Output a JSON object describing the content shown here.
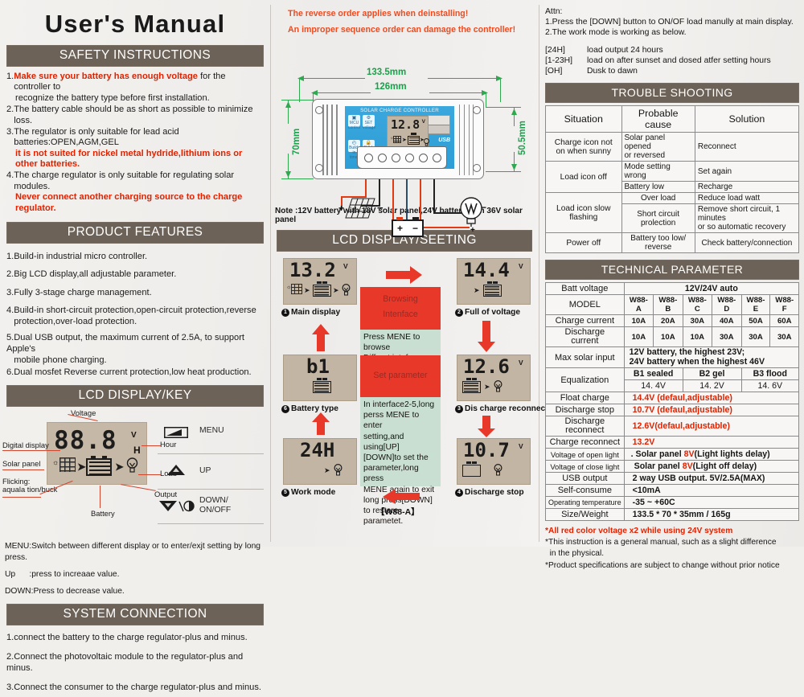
{
  "title": "User's Manual",
  "colors": {
    "section_bar": "#6d6257",
    "accent_red": "#e02200",
    "warn_orange": "#f04a1e",
    "dimension_green": "#16a34a",
    "device_blue": "#3aa7dd",
    "lcd_tan": "#c3b5a3",
    "flow_red": "#e8382a",
    "flow_mint": "#c8dfd2"
  },
  "left": {
    "safety": {
      "bar": "SAFETY INSTRUCTIONS",
      "items": [
        {
          "num": "1.",
          "red_lead": "Make sure your battery has enough voltage",
          "rest": " for the controller to",
          "line2": "recognize the battery type before first installation.",
          "line2_red": false
        },
        {
          "num": "2.",
          "rest": "The battery cable should be as short as possible to minimize loss."
        },
        {
          "num": "3.",
          "rest": "The regulator is only suitable for lead acid batteries:OPEN,AGM,GEL",
          "line2": "it is not suited for nickel metal hydride,lithium ions or other batteries.",
          "line2_red": true
        },
        {
          "num": "4.",
          "rest": "The charge regulator is only suitable for regulating solar modules.",
          "line2": "Never connect another charging source to the charge regulator.",
          "line2_red": true
        }
      ]
    },
    "features": {
      "bar": "PRODUCT FEATURES",
      "items": [
        "1.Build-in industrial micro controller.",
        "2.Big LCD display,all adjustable parameter.",
        "3.Fully 3-stage  charge management.",
        "4.Build-in short-circuit protection,open-circuit protection,reverse",
        "   protection,over-load protection.",
        "5.Dual USB output, the maximum current of 2.5A, to support Apple's",
        "   mobile phone charging.",
        "6.Dual mosfet Reverse current protection,low heat production."
      ]
    },
    "lcd_key": {
      "bar": "LCD DISPLAY/KEY",
      "digits": "88.8",
      "unit_v": "V",
      "unit_h": "H",
      "labels": {
        "voltage": "Voltage",
        "hour": "Hour",
        "digital_display": "Digital display",
        "solar_panel": "Solar panel",
        "flicking_1": "Flicking:",
        "flicking_2": "aquala tion/buck",
        "battery": "Battery",
        "load": "Load",
        "output": "Output"
      },
      "keys": [
        {
          "name": "MENU",
          "glyph": "menu-key-icon"
        },
        {
          "name": "UP",
          "glyph": "up-triangle-icon"
        },
        {
          "name": "DOWN/\nON/OFF",
          "glyph": "down-onoff-icon"
        }
      ],
      "key_help": [
        "MENU:Switch between different display or to enter/exjt setting by long press.",
        "Up      :press to increaae value.",
        "DOWN:Press to decrease value."
      ]
    },
    "system_connection": {
      "bar": "SYSTEM CONNECTION",
      "items": [
        "1.connect the battery to the charge regulator-plus and minus.",
        "2.Connect the photovoltaic module to the regulator-plus and minus.",
        "3.Connect the consumer to the charge regulator-plus and minus."
      ]
    }
  },
  "middle": {
    "warnings": [
      "The reverse order applies when deinstalling!",
      "An improper sequence order can damage the controller!"
    ],
    "dimensions": {
      "width_outer": "133.5mm",
      "width_inner": "126mm",
      "height_outer": "70mm",
      "height_inner": "50.5mm"
    },
    "device": {
      "title": "SOLAR CHARGE CONTROLLER",
      "lcd_value": "12.8",
      "lcd_unit": "V",
      "usb_label": "USB",
      "features": [
        {
          "name": "mcu-control",
          "l1": "MCU",
          "l2": "control"
        },
        {
          "name": "set-voltage",
          "l1": "SET",
          "l2": "voltage"
        },
        {
          "name": "build-in-timer",
          "l1": "Build-in",
          "l2": "timer"
        },
        {
          "name": "full-protect",
          "l1": "FULL",
          "l2": "protect"
        }
      ],
      "buttons": [
        "MENU",
        "UP",
        "DOWN/ON-OFF"
      ]
    },
    "wiring_note": "Note :12V battery with 18V solar panel,24V battery with 36V solar panel",
    "setting": {
      "bar": "LCD DISPLAY/SEETING",
      "model_tag": "【W88-A】",
      "steps": [
        {
          "n": "1",
          "value": "13.2",
          "unit": "V",
          "caption": "Main display",
          "icons": "solar-battery-load"
        },
        {
          "n": "2",
          "value": "14.4",
          "unit": "V",
          "caption": "Full of voltage",
          "icons": "arrow-battery"
        },
        {
          "n": "3",
          "value": "12.6",
          "unit": "V",
          "caption": "Dis charge reconnect",
          "icons": "battery-load"
        },
        {
          "n": "4",
          "value": "10.7",
          "unit": "V",
          "caption": "Discharge stop",
          "icons": "empty-battery-load"
        },
        {
          "n": "5",
          "value": "24H",
          "unit": "",
          "caption": "Work mode",
          "icons": "arrow-load"
        },
        {
          "n": "6",
          "value": "b1",
          "unit": "",
          "caption": "Battery type",
          "icons": "battery"
        }
      ],
      "browsing_box": {
        "l1": "Browsing",
        "l2": "Intenface"
      },
      "browsing_help": [
        "Press MENE to browse",
        "Differet inteface."
      ],
      "set_box": "Set parameter",
      "set_help": [
        "In interface2-5,long",
        "perss MENE to enter",
        "setting,and using[UP]",
        "[DOWN]to set the",
        "parameter,long press",
        "MENE again to exit",
        "long press[DOWN]",
        "to restore parametet."
      ]
    }
  },
  "right": {
    "attn": {
      "heading": "Attn:",
      "lines": [
        "1.Press the [DOWN] button to ON/OF load manully at main display.",
        "2.The work mode is working as below."
      ],
      "modes": [
        {
          "key": "[24H]",
          "desc": "load output 24 hours"
        },
        {
          "key": "[1-23H]",
          "desc": "load on after sunset and dosed atfer setting hours"
        },
        {
          "key": "[OH]",
          "desc": "Dusk to dawn"
        }
      ]
    },
    "trouble": {
      "bar": "TROUBLE SHOOTING",
      "headers": [
        "Situation",
        "Probable cause",
        "Solution"
      ],
      "rows": [
        {
          "situation": "Charge icon not\non when sunny",
          "cause": "Solar panel opened\nor reversed",
          "solution": "Reconnect",
          "span": 1
        },
        {
          "situation": "Load icon off",
          "causes": [
            {
              "cause": "Mode setting wrong",
              "solution": "Set again"
            },
            {
              "cause": "Battery low",
              "solution": "Recharge"
            }
          ]
        },
        {
          "situation": "Load icon slow\nflashing",
          "causes": [
            {
              "cause": "Over load",
              "solution": "Reduce load watt"
            },
            {
              "cause": "Short circuit\nprolection",
              "solution": "Remove short circuit, 1 minutes\nor so automatic recovery"
            }
          ]
        },
        {
          "situation": "Power off",
          "cause": "Battery too low/\nreverse",
          "solution": "Check battery/connection",
          "span": 1
        }
      ]
    },
    "technical": {
      "bar": "TECHNICAL PARAMETER",
      "batt_voltage_label": "Batt voltage",
      "batt_voltage_value": "12V/24V  auto",
      "model_label": "MODEL",
      "models": [
        "W88-A",
        "W88-B",
        "W88-C",
        "W88-D",
        "W88-E",
        "W88-F"
      ],
      "charge_current_label": "Charge current",
      "charge_current": [
        "10A",
        "20A",
        "30A",
        "40A",
        "50A",
        "60A"
      ],
      "discharge_current_label": "Discharge\ncurrent",
      "discharge_current": [
        "10A",
        "10A",
        "10A",
        "30A",
        "30A",
        "30A"
      ],
      "max_solar_label": "Max solar input",
      "max_solar_value": "12V battery, the highest 23V;\n24V battery when the highest 46V",
      "equalization_label": "Equalization",
      "equalization": [
        {
          "name": "B1 sealed",
          "value": "14. 4V"
        },
        {
          "name": "B2 gel",
          "value": "14. 2V"
        },
        {
          "name": "B3 flood",
          "value": "14. 6V"
        }
      ],
      "rows": [
        {
          "label": "Float charge",
          "value": "14.4V  (defaul,adjustable)",
          "red": true
        },
        {
          "label": "Discharge stop",
          "value": "10.7V  (defaul,adjustable)",
          "red": true
        },
        {
          "label": "Discharge\nreconnect",
          "value": "12.6V(defaul,adjustable)",
          "red": true
        },
        {
          "label": "Charge reconnect",
          "value": "13.2V",
          "red": true
        },
        {
          "label": "Voltage of open light",
          "value": ". Solar panel 8V(Light lights delay)",
          "red": false
        },
        {
          "label": "Voltage of close light",
          "value": "Solar panel 8V(Light off delay)",
          "red": false
        },
        {
          "label": "USB output",
          "value": "2 way USB output.  5V/2.5A(MAX)",
          "red": false
        },
        {
          "label": "Self-consume",
          "value": "<10mA",
          "red": false
        },
        {
          "label": "Operating temperature",
          "value": "-35 ~ +60C",
          "red": false
        },
        {
          "label": "Size/Weight",
          "value": "133.5 * 70 * 35mm  /  165g",
          "red": false
        }
      ]
    },
    "footnotes": [
      {
        "text": "*All red color voltage x2 while using 24V system",
        "red": true
      },
      {
        "text": "*This instruction is a general manual, such as a slight difference",
        "red": false
      },
      {
        "text": "  in the physical.",
        "red": false
      },
      {
        "text": "*Product specifications are subject to change without prior notice",
        "red": false
      }
    ]
  }
}
